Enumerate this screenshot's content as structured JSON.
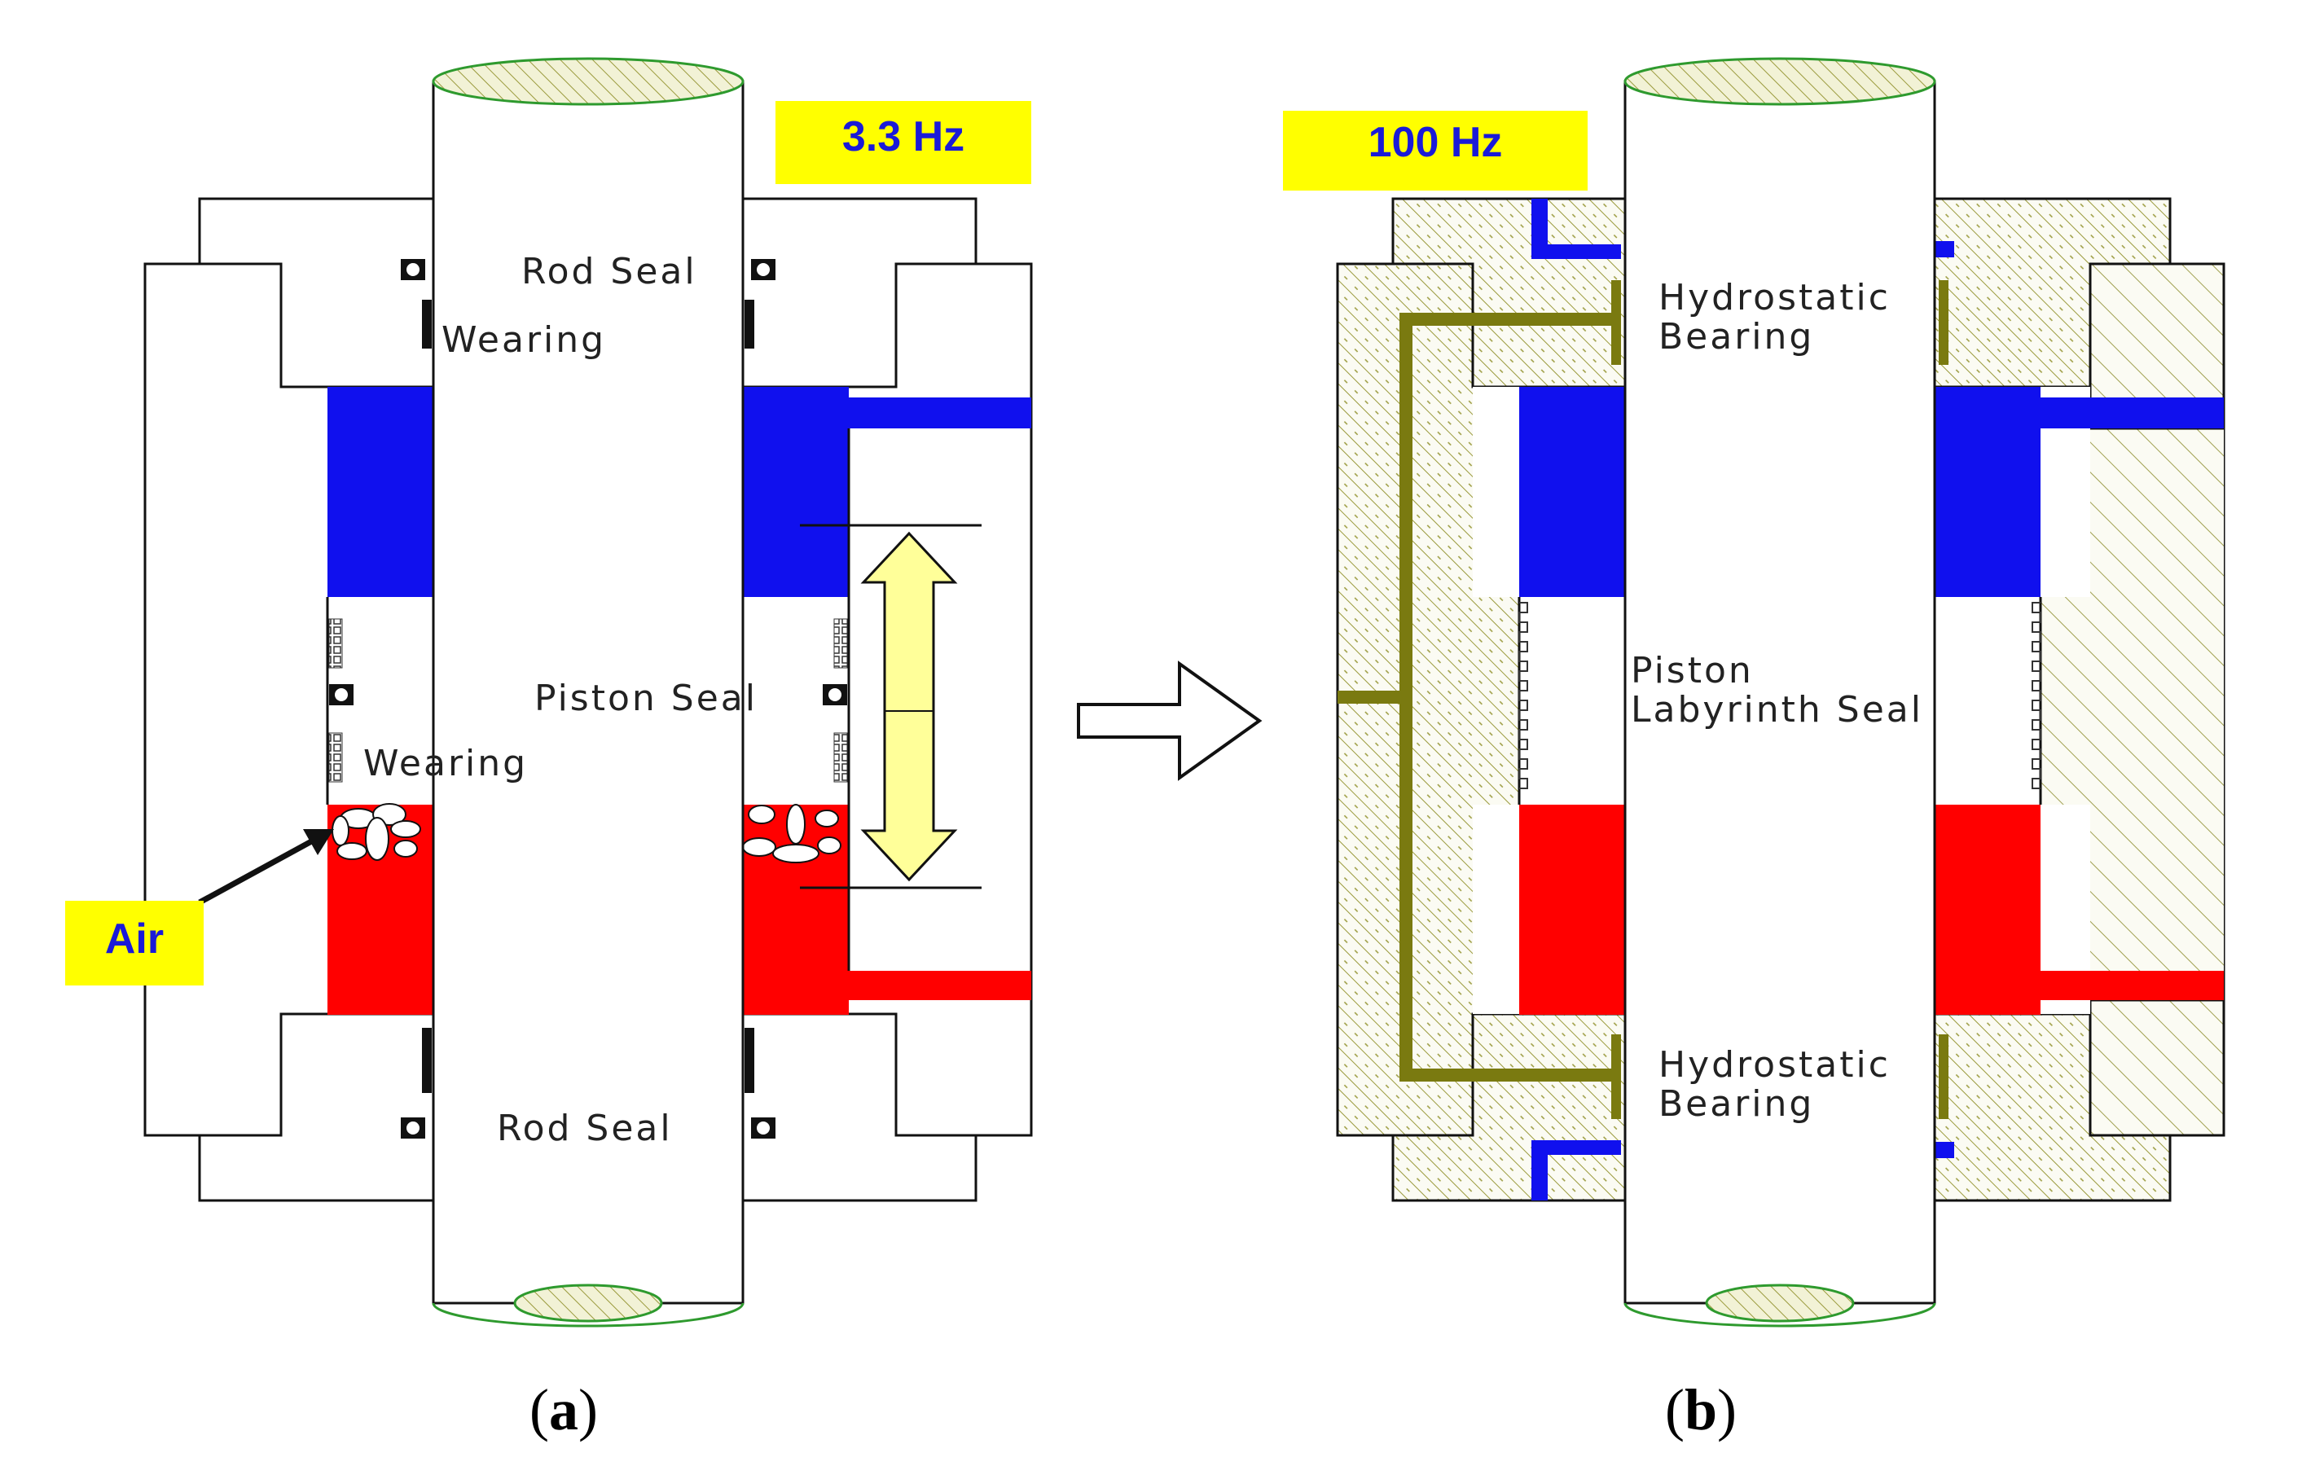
{
  "panel_a": {
    "freq_tag": "3.3 Hz",
    "labels": {
      "rod_seal_top": "Rod Seal",
      "wearing_top": "Wearing",
      "piston_seal": "Piston Seal",
      "wearing_mid": "Wearing",
      "rod_seal_bottom": "Rod Seal",
      "air": "Air"
    },
    "caption_open": "(",
    "caption_letter": "a",
    "caption_close": ")"
  },
  "panel_b": {
    "freq_tag": "100 Hz",
    "labels": {
      "bearing_top_1": "Hydrostatic",
      "bearing_top_2": "Bearing",
      "piston_1": "Piston",
      "piston_2": "Labyrinth Seal",
      "bearing_bottom_1": "Hydrostatic",
      "bearing_bottom_2": "Bearing"
    },
    "caption_open": "(",
    "caption_letter": "b",
    "caption_close": ")"
  },
  "colors": {
    "upper_chamber": "#1010ee",
    "lower_chamber": "#ff0000",
    "tag_background": "#ffff00",
    "tag_text": "#1a1ad8",
    "hydrostatic_line": "#7a7a10",
    "hatch": "#9a9a3c",
    "arrow_fill": "#ffff99",
    "rod_end": "#2e9a2e"
  }
}
